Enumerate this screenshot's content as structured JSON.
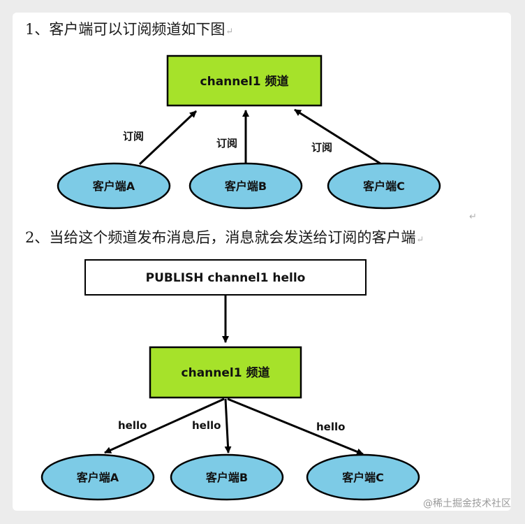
{
  "heading1": "1、客户端可以订阅频道如下图",
  "heading2": "2、当给这个频道发布消息后，消息就会发送给订阅的客户端",
  "return_mark": "↵",
  "diagram1": {
    "channel": "channel1 频道",
    "clients": [
      "客户端A",
      "客户端B",
      "客户端C"
    ],
    "arrow_labels": [
      "订阅",
      "订阅",
      "订阅"
    ]
  },
  "diagram2": {
    "command": "PUBLISH channel1 hello",
    "channel": "channel1 频道",
    "clients": [
      "客户端A",
      "客户端B",
      "客户端C"
    ],
    "arrow_labels": [
      "hello",
      "hello",
      "hello"
    ]
  },
  "watermark": "@稀土掘金技术社区",
  "colors": {
    "channel_fill": "#a6e22a",
    "client_fill": "#7dcbe6",
    "command_fill": "#ffffff",
    "stroke": "#000000"
  }
}
